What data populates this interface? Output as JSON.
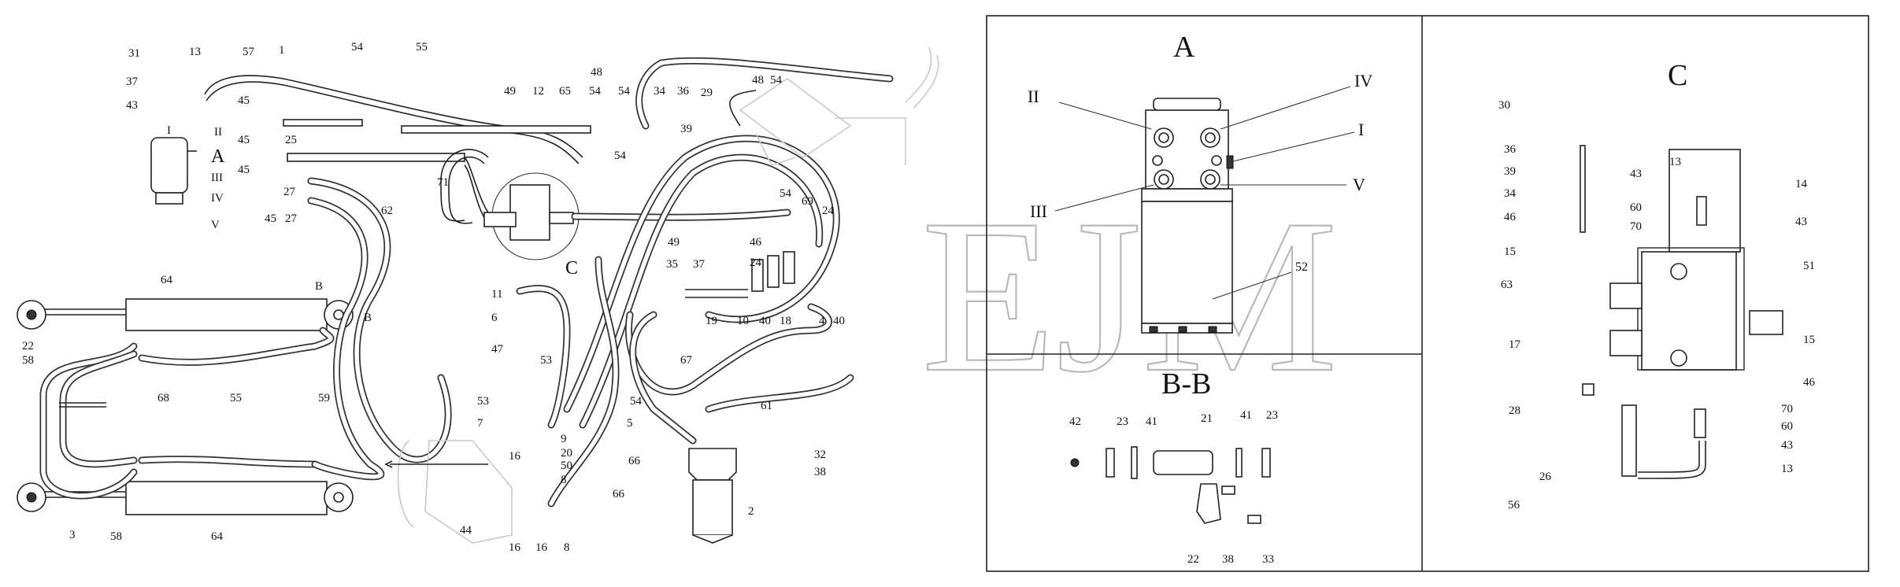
{
  "sections": {
    "A": "A",
    "BB": "B-B",
    "C": "C"
  },
  "watermark": "EJM",
  "main_callouts": [
    "31",
    "13",
    "57",
    "1",
    "54",
    "55",
    "37",
    "43",
    "45",
    "I",
    "II",
    "A",
    "25",
    "45",
    "III",
    "IV",
    "V",
    "45",
    "27",
    "45",
    "27",
    "62",
    "71",
    "49",
    "12",
    "65",
    "54",
    "48",
    "54",
    "34",
    "36",
    "29",
    "39",
    "48",
    "54",
    "54",
    "C",
    "49",
    "54",
    "69",
    "24",
    "46",
    "24",
    "35",
    "37",
    "19",
    "10",
    "40",
    "18",
    "4",
    "40",
    "64",
    "B",
    "B",
    "22",
    "58",
    "68",
    "55",
    "59",
    "11",
    "6",
    "47",
    "53",
    "53",
    "7",
    "67",
    "54",
    "5",
    "61",
    "9",
    "20",
    "50",
    "16",
    "8",
    "66",
    "66",
    "32",
    "38",
    "2",
    "44",
    "16",
    "16",
    "8",
    "3",
    "58",
    "64"
  ],
  "section_a": {
    "labels": [
      "II",
      "IV",
      "I",
      "III",
      "V",
      "52"
    ]
  },
  "section_bb": {
    "labels": [
      "42",
      "23",
      "41",
      "21",
      "41",
      "23",
      "22",
      "38",
      "33"
    ]
  },
  "section_c": {
    "labels": [
      "30",
      "36",
      "39",
      "34",
      "46",
      "15",
      "63",
      "17",
      "28",
      "26",
      "56",
      "13",
      "43",
      "60",
      "70",
      "14",
      "43",
      "51",
      "15",
      "46",
      "70",
      "60",
      "43",
      "13"
    ]
  }
}
